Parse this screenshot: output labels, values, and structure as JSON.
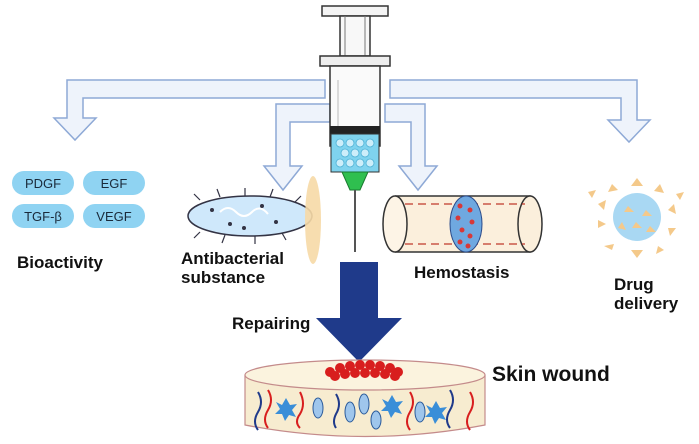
{
  "growth_factors": [
    "PDGF",
    "EGF",
    "TGF-β",
    "VEGF"
  ],
  "labels": {
    "bioactivity": "Bioactivity",
    "antibacterial": "Antibacterial\nsubstance",
    "hemostasis": "Hemostasis",
    "drug_delivery": "Drug\ndelivery",
    "repairing": "Repairing",
    "skin_wound": "Skin wound"
  },
  "colors": {
    "arrow_outline": "#8ea9d6",
    "arrow_fill": "#eef3fb",
    "big_arrow": "#1f3a8a",
    "pill": "#8fd3f2",
    "hydrogel": "#7fd3ee",
    "wound_red": "#d81e1e",
    "skin": "#f7ecd0"
  }
}
